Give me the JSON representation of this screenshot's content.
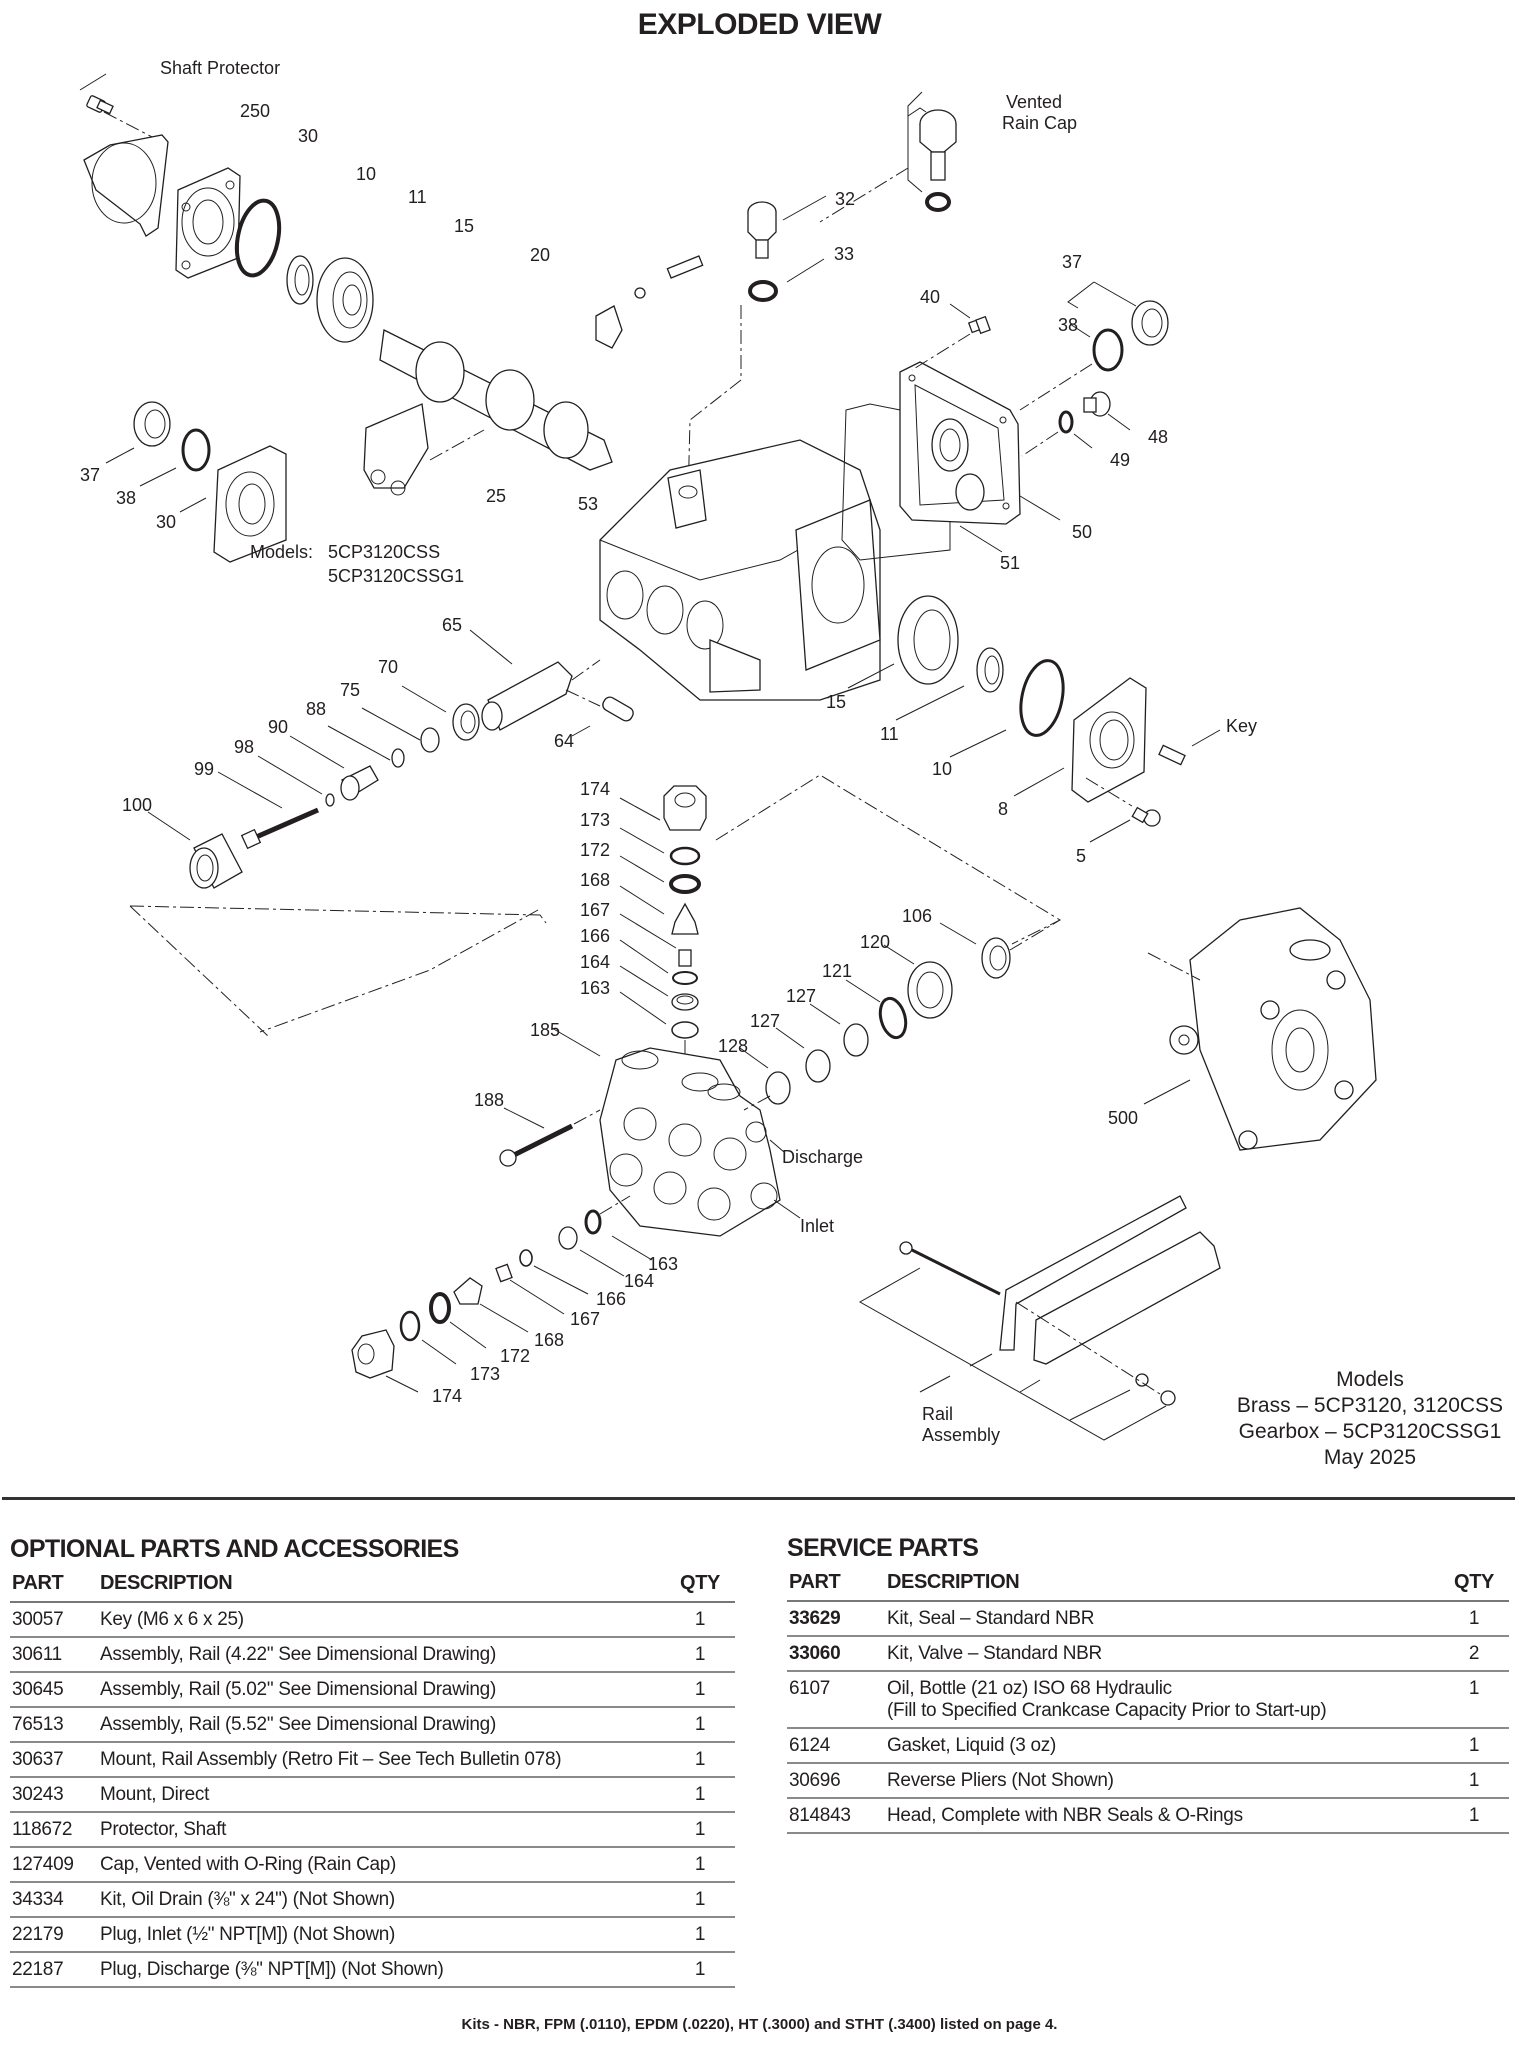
{
  "page": {
    "title": "EXPLODED VIEW",
    "footer_note": "Kits - NBR, FPM (.0110), EPDM (.0220), HT (.3000) and STHT (.3400) listed on page 4."
  },
  "diagram": {
    "annotations": {
      "shaft_protector": "Shaft Protector",
      "vented_rain_cap_line1": "Vented",
      "vented_rain_cap_line2": "Rain Cap",
      "key": "Key",
      "discharge": "Discharge",
      "inlet": "Inlet",
      "rail_assembly_line1": "Rail",
      "rail_assembly_line2": "Assembly",
      "crankcase_models_label": "Models:",
      "crankcase_models": [
        "5CP3120CSS",
        "5CP3120CSSG1"
      ]
    },
    "callouts": {
      "c250": "250",
      "c30a": "30",
      "c10a": "10",
      "c11a": "11",
      "c15a": "15",
      "c20": "20",
      "c32": "32",
      "c33": "33",
      "c37a": "37",
      "c38a": "38",
      "c40": "40",
      "c37b": "37",
      "c38b": "38",
      "c30b": "30",
      "c25": "25",
      "c53": "53",
      "c48": "48",
      "c49": "49",
      "c50": "50",
      "c51": "51",
      "c65": "65",
      "c70": "70",
      "c75": "75",
      "c88": "88",
      "c90": "90",
      "c98": "98",
      "c99": "99",
      "c100": "100",
      "c64": "64",
      "c15b": "15",
      "c11b": "11",
      "c10b": "10",
      "c8": "8",
      "c5": "5",
      "v174": "174",
      "v173": "173",
      "v172": "172",
      "v168": "168",
      "v167": "167",
      "v166": "166",
      "v164": "164",
      "v163": "163",
      "c185": "185",
      "c188": "188",
      "c106": "106",
      "c120": "120",
      "c121": "121",
      "c127a": "127",
      "c127b": "127",
      "c128": "128",
      "c500": "500",
      "w163": "163",
      "w164": "164",
      "w166": "166",
      "w167": "167",
      "w168": "168",
      "w172": "172",
      "w173": "173",
      "w174": "174"
    },
    "models_note": {
      "heading": "Models",
      "line1": "Brass – 5CP3120, 3120CSS",
      "line2": "Gearbox – 5CP3120CSSG1",
      "date": "May 2025"
    }
  },
  "optional_parts": {
    "title": "OPTIONAL PARTS AND ACCESSORIES",
    "columns": {
      "part": "PART",
      "description": "DESCRIPTION",
      "qty": "QTY"
    },
    "rows": [
      {
        "part": "30057",
        "description": "Key (M6 x 6 x 25)",
        "qty": "1"
      },
      {
        "part": "30611",
        "description": "Assembly, Rail (4.22\" See Dimensional Drawing)",
        "qty": "1"
      },
      {
        "part": "30645",
        "description": "Assembly, Rail (5.02\" See Dimensional Drawing)",
        "qty": "1"
      },
      {
        "part": "76513",
        "description": "Assembly, Rail (5.52\" See Dimensional Drawing)",
        "qty": "1"
      },
      {
        "part": "30637",
        "description": "Mount, Rail Assembly (Retro Fit – See Tech Bulletin 078)",
        "qty": "1"
      },
      {
        "part": "30243",
        "description": "Mount, Direct",
        "qty": "1"
      },
      {
        "part": "118672",
        "description": "Protector, Shaft",
        "qty": "1"
      },
      {
        "part": "127409",
        "description": "Cap, Vented with O-Ring (Rain Cap)",
        "qty": "1"
      },
      {
        "part": "34334",
        "description": "Kit, Oil Drain (⅜\" x 24\") (Not Shown)",
        "qty": "1"
      },
      {
        "part": "22179",
        "description": "Plug, Inlet (½\" NPT[M]) (Not Shown)",
        "qty": "1"
      },
      {
        "part": "22187",
        "description": "Plug, Discharge (⅜\" NPT[M]) (Not Shown)",
        "qty": "1"
      }
    ]
  },
  "service_parts": {
    "title": "SERVICE PARTS",
    "columns": {
      "part": "PART",
      "description": "DESCRIPTION",
      "qty": "QTY"
    },
    "rows": [
      {
        "part": "33629",
        "bold": true,
        "description": "Kit, Seal – Standard NBR",
        "description2": "",
        "qty": "1"
      },
      {
        "part": "33060",
        "bold": true,
        "description": "Kit, Valve – Standard NBR",
        "description2": "",
        "qty": "2"
      },
      {
        "part": "6107",
        "bold": false,
        "description": "Oil, Bottle (21 oz) ISO 68 Hydraulic",
        "description2": "(Fill to Specified Crankcase Capacity Prior to Start-up)",
        "qty": "1"
      },
      {
        "part": "6124",
        "bold": false,
        "description": "Gasket, Liquid (3 oz)",
        "description2": "",
        "qty": "1"
      },
      {
        "part": "30696",
        "bold": false,
        "description": "Reverse Pliers (Not Shown)",
        "description2": "",
        "qty": "1"
      },
      {
        "part": "814843",
        "bold": false,
        "description": "Head, Complete with NBR Seals & O-Rings",
        "description2": "",
        "qty": "1"
      }
    ]
  }
}
